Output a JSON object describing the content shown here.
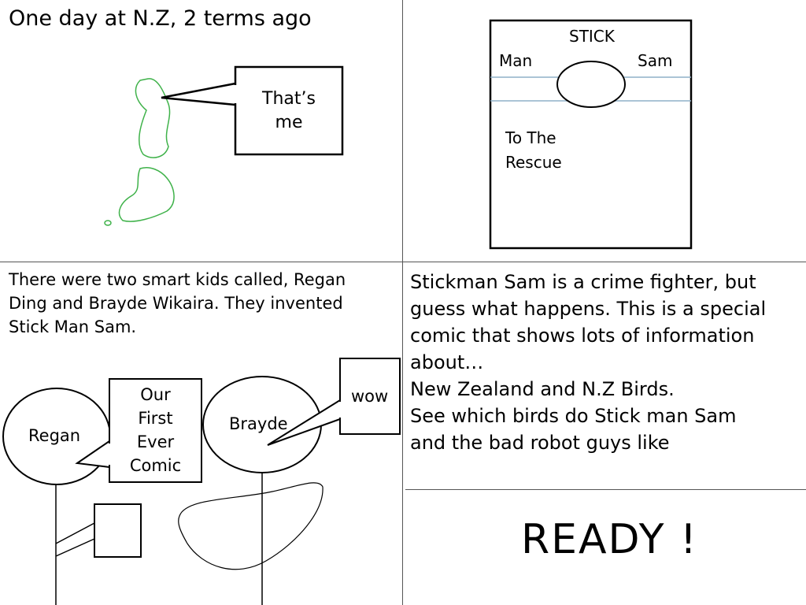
{
  "panel1": {
    "caption": "One day at N.Z, 2 terms ago",
    "speech": [
      "That’s",
      "me"
    ]
  },
  "panel2": {
    "cover_title_top": "STICK",
    "cover_title_left": "Man",
    "cover_title_right": "Sam",
    "cover_subtitle": [
      "To The",
      "Rescue"
    ]
  },
  "panel3": {
    "narration": [
      "There were two smart kids called, Regan",
      "Ding and Brayde Wikaira. They invented",
      "Stick Man Sam."
    ],
    "character_left": "Regan",
    "character_right": "Brayde",
    "speech_left": [
      "Our",
      "First",
      "Ever",
      "Comic"
    ],
    "speech_right": "wow"
  },
  "panel4": {
    "text": [
      "Stickman Sam is a crime fighter, but",
      "guess what happens. This is a special",
      "comic that shows lots of information",
      "about…",
      "New Zealand and N.Z Birds.",
      "See which birds do Stick man Sam",
      "and the bad robot guys like"
    ],
    "ready": "READY !"
  },
  "colors": {
    "map_outline": "#3fb24a",
    "cover_stripe": "#8fb0c8",
    "divider": "#555555"
  }
}
